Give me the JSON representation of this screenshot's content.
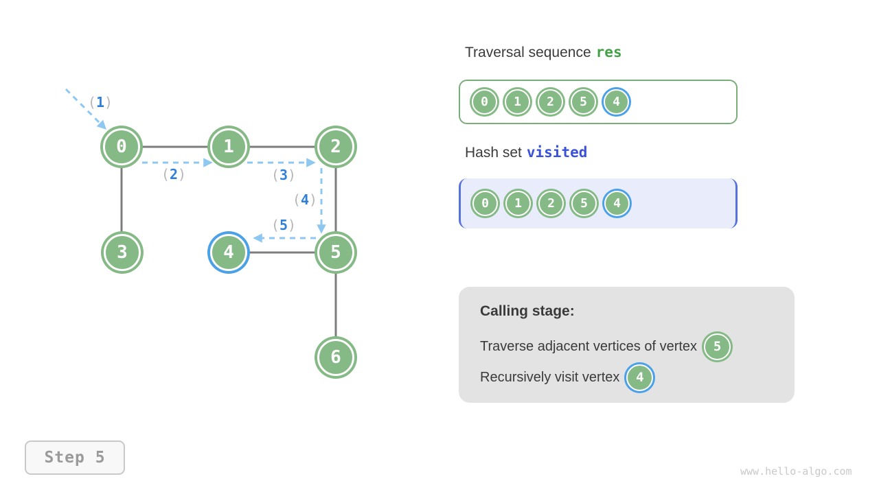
{
  "figure": {
    "step_label": "Step 5",
    "watermark": "www.hello-algo.com"
  },
  "colors": {
    "node_green": "#85b985",
    "highlight_blue": "#4aa1e8",
    "arrow_blue": "#8ec8f0",
    "arrow_num_blue": "#2e7fd9",
    "edge_gray": "#7d7d7d",
    "res_green": "#43a047",
    "visited_blue": "#3b52d8"
  },
  "graph": {
    "nodes": [
      {
        "id": "0",
        "highlighted": false
      },
      {
        "id": "1",
        "highlighted": false
      },
      {
        "id": "2",
        "highlighted": false
      },
      {
        "id": "3",
        "highlighted": false
      },
      {
        "id": "4",
        "highlighted": true
      },
      {
        "id": "5",
        "highlighted": false
      },
      {
        "id": "6",
        "highlighted": false
      }
    ],
    "edges": [
      "0-1",
      "1-2",
      "0-3",
      "2-5",
      "4-5",
      "5-6"
    ],
    "arrow_labels": [
      {
        "open": "(",
        "num": "1",
        "close": ")"
      },
      {
        "open": "(",
        "num": "2",
        "close": ")"
      },
      {
        "open": "(",
        "num": "3",
        "close": ")"
      },
      {
        "open": "(",
        "num": "4",
        "close": ")"
      },
      {
        "open": "(",
        "num": "5",
        "close": ")"
      }
    ]
  },
  "panels": {
    "traversal": {
      "title_prefix": "Traversal sequence",
      "title_code": "res",
      "items": [
        {
          "value": "0",
          "highlighted": false
        },
        {
          "value": "1",
          "highlighted": false
        },
        {
          "value": "2",
          "highlighted": false
        },
        {
          "value": "5",
          "highlighted": false
        },
        {
          "value": "4",
          "highlighted": true
        }
      ]
    },
    "visited": {
      "title_prefix": "Hash set",
      "title_code": "visited",
      "items": [
        {
          "value": "0",
          "highlighted": false
        },
        {
          "value": "1",
          "highlighted": false
        },
        {
          "value": "2",
          "highlighted": false
        },
        {
          "value": "5",
          "highlighted": false
        },
        {
          "value": "4",
          "highlighted": true
        }
      ]
    },
    "calling": {
      "heading": "Calling stage:",
      "lines": [
        {
          "text": "Traverse adjacent vertices of vertex",
          "vertex": "5",
          "vertex_highlighted": false
        },
        {
          "text": "Recursively visit vertex",
          "vertex": "4",
          "vertex_highlighted": true
        }
      ]
    }
  }
}
